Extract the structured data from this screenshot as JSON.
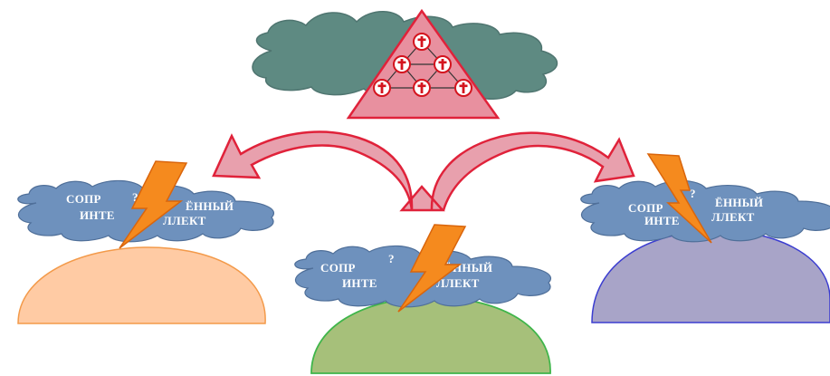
{
  "colors": {
    "top_cloud": "#5e8a82",
    "top_cloud_stroke": "#4f7570",
    "triangle_fill": "#e8909f",
    "arrow_fill": "#e8a0ad",
    "arrow_stroke": "#e0223a",
    "cross_circle_stroke": "#d4141e",
    "small_cloud": "#6e91bd",
    "small_cloud_stroke": "#4f6f99",
    "lightning_fill": "#f58a1e",
    "lightning_stroke": "#d9650c",
    "dome_left": "#ffcba4",
    "dome_left_stroke": "#f39a4a",
    "dome_center": "#a6c07a",
    "dome_center_stroke": "#3fb54a",
    "dome_right": "#a8a4c8",
    "dome_right_stroke": "#3b3dd0"
  },
  "icons": {
    "triangle_symbol": "cross-in-circle-icon",
    "bolt": "lightning-bolt-icon"
  },
  "clouds": [
    {
      "line1": "СОПР",
      "line1b": "ЁННЫЙ",
      "line2": "ИНТЕ",
      "line2b": "ЛЛЕКТ",
      "mark": "?"
    },
    {
      "line1": "СОПР",
      "line1b": "ЁННЫЙ",
      "line2": "ИНТЕ",
      "line2b": "ЛЛЕКТ",
      "mark": "?"
    },
    {
      "line1": "СОПР",
      "line1b": "ЁННЫЙ",
      "line2": "ИНТЕ",
      "line2b": "ЛЛЕКТ",
      "mark": "?"
    }
  ]
}
